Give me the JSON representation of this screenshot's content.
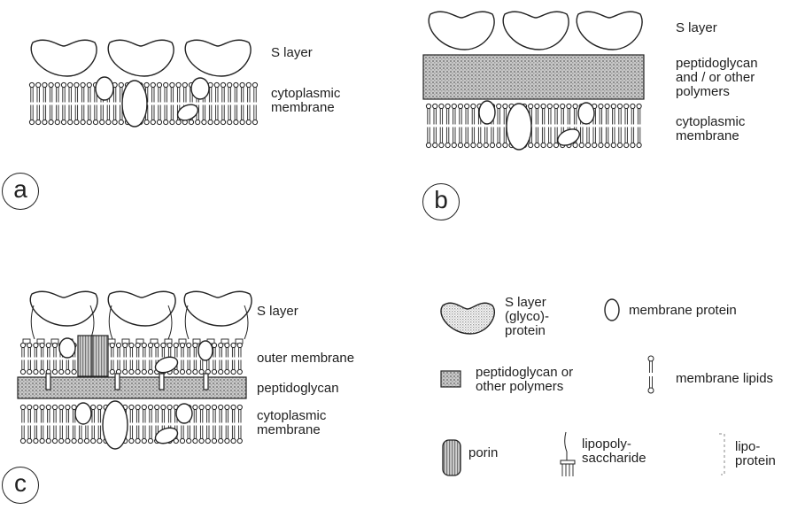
{
  "panels": {
    "a": {
      "letter": "a",
      "s_layer": "S layer",
      "cytoplasmic_membrane": "cytoplasmic\nmembrane"
    },
    "b": {
      "letter": "b",
      "s_layer": "S layer",
      "peptidoglycan": "peptidoglycan\nand / or other\npolymers",
      "cytoplasmic_membrane": "cytoplasmic\nmembrane"
    },
    "c": {
      "letter": "c",
      "s_layer": "S layer",
      "outer_membrane": "outer membrane",
      "peptidoglycan": "peptidoglycan",
      "cytoplasmic_membrane": "cytoplasmic\nmembrane"
    }
  },
  "legend": {
    "s_layer_protein": "S layer\n(glyco)-\nprotein",
    "membrane_protein": "membrane protein",
    "peptidoglycan": "peptidoglycan or\nother polymers",
    "membrane_lipids": "membrane lipids",
    "porin": "porin",
    "lipopolysaccharide": "lipopoly-\nsaccharide",
    "lipoprotein": "lipo-\nprotein"
  },
  "colors": {
    "line": "#222222",
    "fill_white": "#ffffff",
    "s_layer_dots": "#d4d4d4",
    "peptidoglycan_fill": "#b5b5b5",
    "porin_fill": "#bdbdbd"
  }
}
